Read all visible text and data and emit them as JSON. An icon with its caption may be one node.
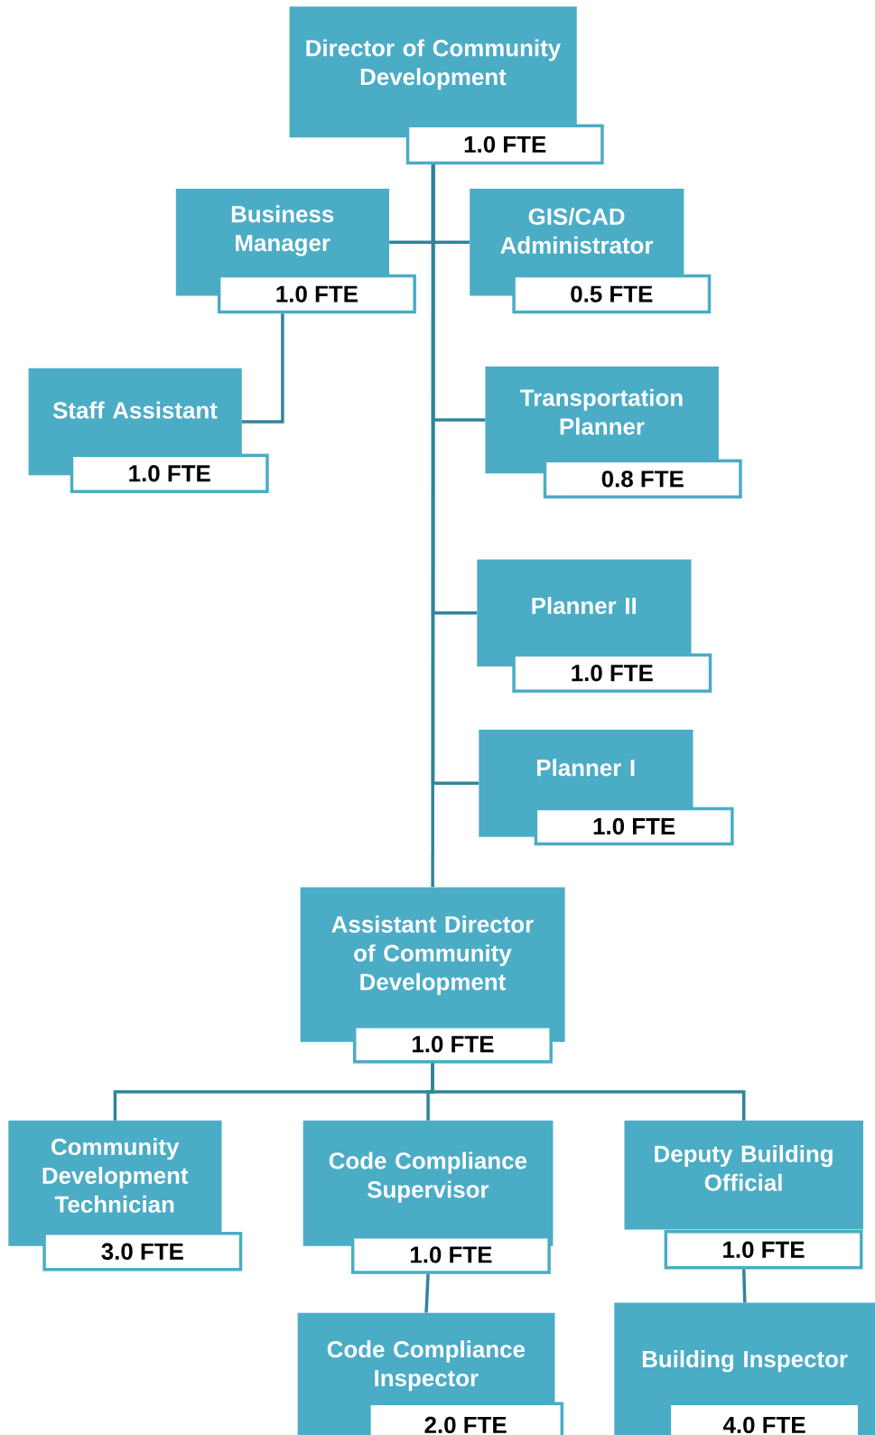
{
  "diagram": {
    "nodes": [
      {
        "text": [
          "Director of Community Development",
          "1.0 FTE"
        ]
      },
      {
        "text": [
          "Business Manager",
          "1.0 FTE"
        ]
      },
      {
        "text": [
          "GIS/CAD Administrator",
          "0.5 FTE"
        ]
      },
      {
        "text": [
          "Staff Assistant",
          "1.0 FTE"
        ]
      },
      {
        "text": [
          "Transportation Planner",
          "0.8 FTE"
        ]
      },
      {
        "text": [
          "Planner II",
          "1.0 FTE"
        ]
      },
      {
        "text": [
          "Planner I",
          "1.0 FTE"
        ]
      },
      {
        "text": [
          "Assistant Director of Community Development",
          "1.0 FTE"
        ]
      },
      {
        "text": [
          "Community Development Technician",
          "3.0 FTE"
        ]
      },
      {
        "text": [
          "Code Compliance Supervisor",
          "1.0 FTE"
        ]
      },
      {
        "text": [
          "Deputy Building Official",
          "1.0 FTE"
        ]
      },
      {
        "text": [
          "Code Compliance Inspector",
          "2.0 FTE"
        ]
      },
      {
        "text": [
          "Building Inspector",
          "4.0 FTE"
        ]
      }
    ],
    "edges": [
      {
        "from": 0,
        "to": 1,
        "arrow": "none"
      },
      {
        "from": 0,
        "to": 2,
        "arrow": "none"
      },
      {
        "from": 1,
        "to": 3,
        "arrow": "none"
      },
      {
        "from": 0,
        "to": 4,
        "arrow": "none"
      },
      {
        "from": 0,
        "to": 5,
        "arrow": "none"
      },
      {
        "from": 0,
        "to": 6,
        "arrow": "none"
      },
      {
        "from": 0,
        "to": 7,
        "arrow": "none"
      },
      {
        "from": 7,
        "to": 8,
        "arrow": "none"
      },
      {
        "from": 7,
        "to": 9,
        "arrow": "none"
      },
      {
        "from": 7,
        "to": 10,
        "arrow": "none"
      },
      {
        "from": 9,
        "to": 11,
        "arrow": "none"
      },
      {
        "from": 10,
        "to": 12,
        "arrow": "none"
      }
    ]
  }
}
